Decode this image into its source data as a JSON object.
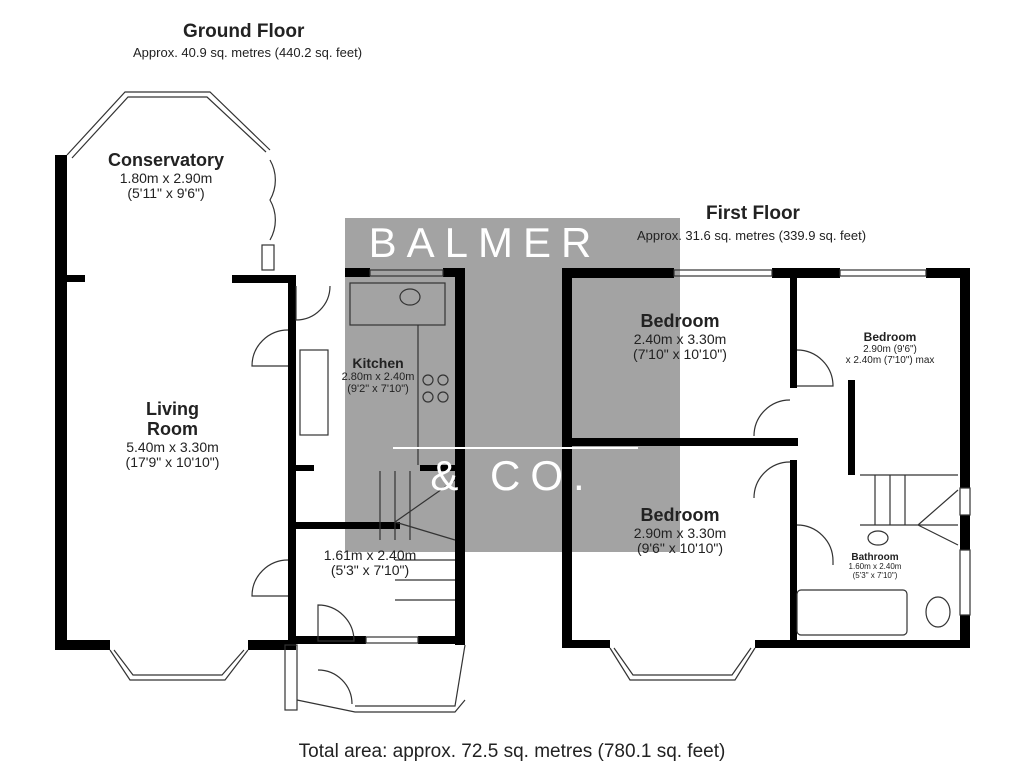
{
  "ground_floor": {
    "title": "Ground Floor",
    "area": "Approx. 40.9 sq. metres (440.2 sq. feet)",
    "rooms": {
      "conservatory": {
        "name": "Conservatory",
        "metric": "1.80m x 2.90m",
        "imperial": "(5'11\" x 9'6\")"
      },
      "living_room": {
        "name_line1": "Living",
        "name_line2": "Room",
        "metric": "5.40m x 3.30m",
        "imperial": "(17'9\" x 10'10\")"
      },
      "kitchen": {
        "name": "Kitchen",
        "metric": "2.80m x 2.40m",
        "imperial": "(9'2\" x 7'10\")"
      },
      "hall": {
        "metric": "1.61m x 2.40m",
        "imperial": "(5'3\" x 7'10\")"
      }
    }
  },
  "first_floor": {
    "title": "First Floor",
    "area": "Approx. 31.6 sq. metres (339.9 sq. feet)",
    "rooms": {
      "bedroom1": {
        "name": "Bedroom",
        "metric": "2.40m x 3.30m",
        "imperial": "(7'10\" x 10'10\")"
      },
      "bedroom2": {
        "name": "Bedroom",
        "line1": "2.90m (9'6\")",
        "line2": "x 2.40m (7'10\") max"
      },
      "bedroom3": {
        "name": "Bedroom",
        "metric": "2.90m x 3.30m",
        "imperial": "(9'6\" x 10'10\")"
      },
      "bathroom": {
        "name": "Bathroom",
        "metric": "1.60m x 2.40m",
        "imperial": "(5'3\" x 7'10\")"
      }
    }
  },
  "watermark": {
    "line1": "BALMER",
    "line2": "& CO."
  },
  "total_area": "Total area: approx. 72.5 sq. metres (780.1 sq. feet)",
  "colors": {
    "wall": "#000000",
    "watermark_bg": "#a3a3a3",
    "text": "#222222"
  }
}
